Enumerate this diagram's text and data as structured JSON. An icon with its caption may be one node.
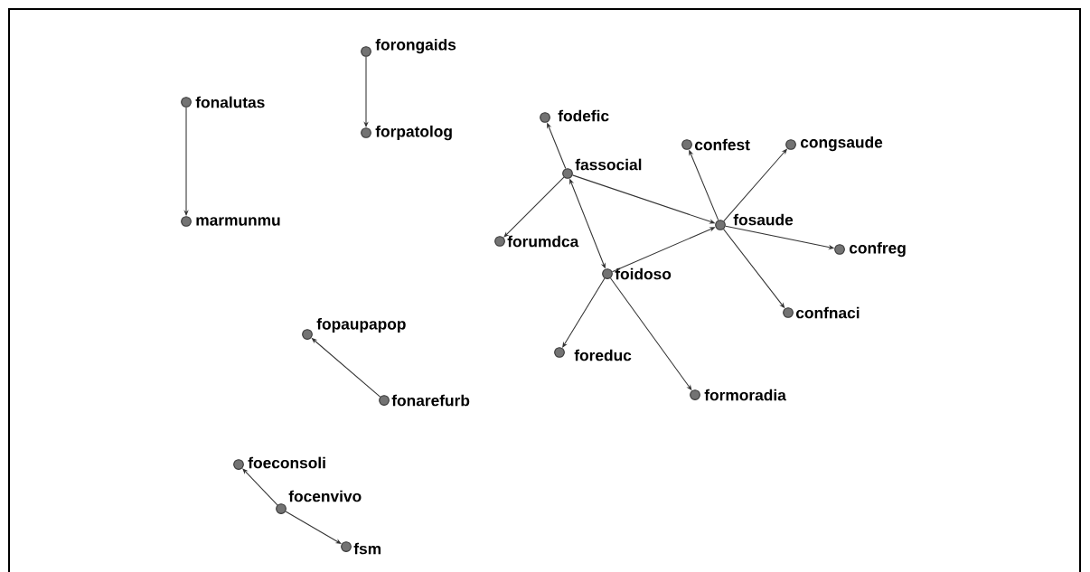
{
  "diagram": {
    "nodes": [
      {
        "text": [
          "forongaids"
        ]
      },
      {
        "text": [
          "fonalutas"
        ]
      },
      {
        "text": [
          "forpatolog"
        ]
      },
      {
        "text": [
          "fodefic"
        ]
      },
      {
        "text": [
          "confest"
        ]
      },
      {
        "text": [
          "congsaude"
        ]
      },
      {
        "text": [
          "fassocial"
        ]
      },
      {
        "text": [
          "marmunmu"
        ]
      },
      {
        "text": [
          "fosaude"
        ]
      },
      {
        "text": [
          "forumdca"
        ]
      },
      {
        "text": [
          "confreg"
        ]
      },
      {
        "text": [
          "foidoso"
        ]
      },
      {
        "text": [
          "fopaupapop"
        ]
      },
      {
        "text": [
          "confnaci"
        ]
      },
      {
        "text": [
          "foreduc"
        ]
      },
      {
        "text": [
          "fonarefurb"
        ]
      },
      {
        "text": [
          "formoradia"
        ]
      },
      {
        "text": [
          "foeconsoli"
        ]
      },
      {
        "text": [
          "focenvivo"
        ]
      },
      {
        "text": [
          "fsm"
        ]
      }
    ],
    "edges": [
      {
        "from": 1,
        "to": 7,
        "arrow": "to"
      },
      {
        "from": 0,
        "to": 2,
        "arrow": "to"
      },
      {
        "from": 6,
        "to": 3,
        "arrow": "to"
      },
      {
        "from": 6,
        "to": 9,
        "arrow": "to"
      },
      {
        "from": 6,
        "to": 11,
        "arrow": "both"
      },
      {
        "from": 6,
        "to": 8,
        "arrow": "to"
      },
      {
        "from": 11,
        "to": 8,
        "arrow": "to"
      },
      {
        "from": 8,
        "to": 4,
        "arrow": "to"
      },
      {
        "from": 8,
        "to": 5,
        "arrow": "to"
      },
      {
        "from": 8,
        "to": 10,
        "arrow": "to"
      },
      {
        "from": 8,
        "to": 13,
        "arrow": "to"
      },
      {
        "from": 11,
        "to": 14,
        "arrow": "to"
      },
      {
        "from": 11,
        "to": 16,
        "arrow": "to"
      },
      {
        "from": 15,
        "to": 12,
        "arrow": "to"
      },
      {
        "from": 18,
        "to": 17,
        "arrow": "to"
      },
      {
        "from": 18,
        "to": 19,
        "arrow": "to"
      }
    ]
  }
}
